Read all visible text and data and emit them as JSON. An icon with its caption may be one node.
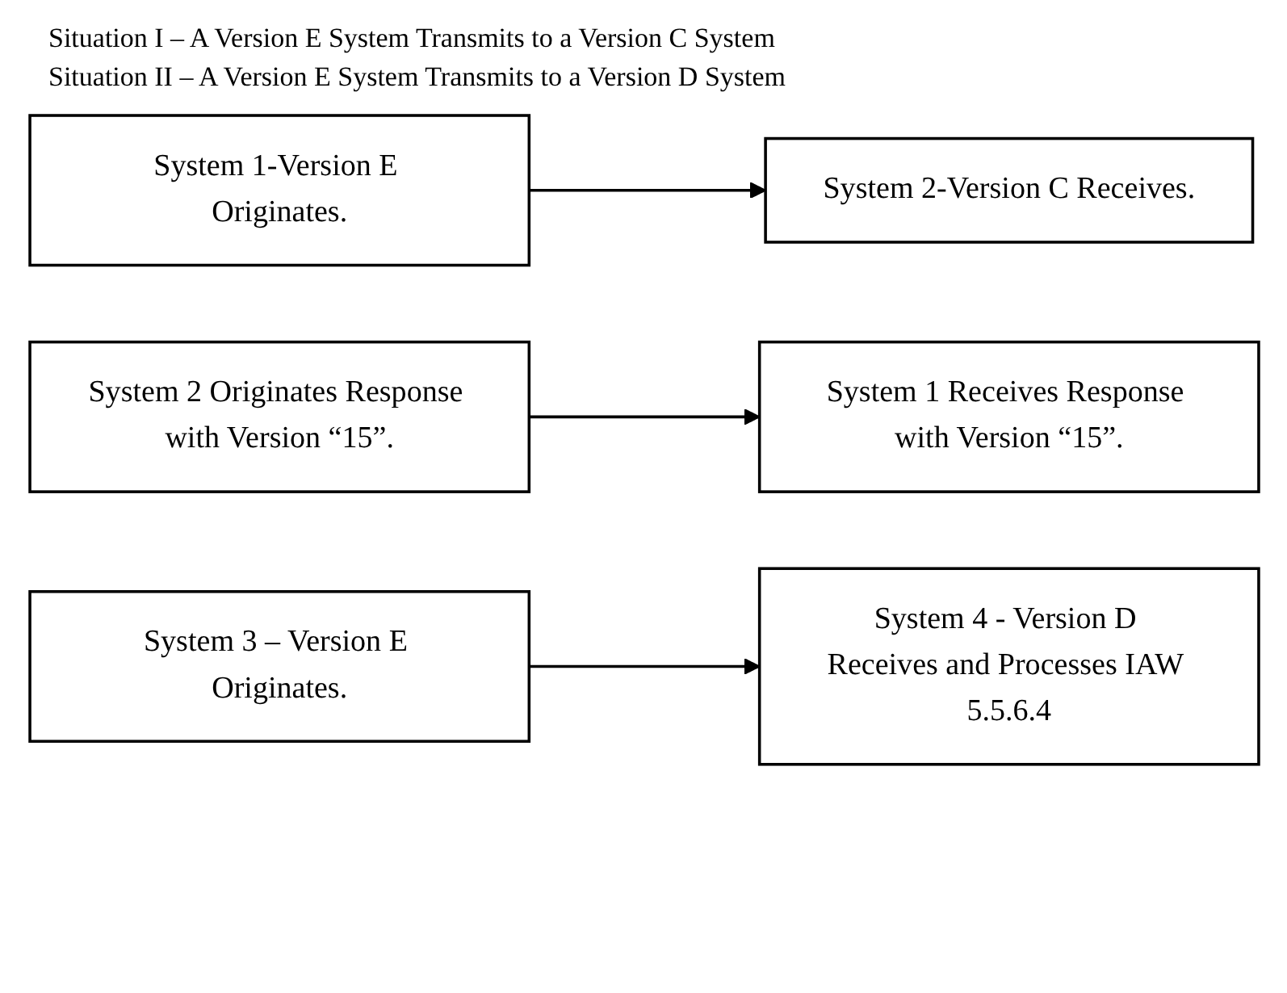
{
  "diagram": {
    "nodes": [
      {
        "text": [
          "System 1-Version E Originates."
        ]
      },
      {
        "text": [
          "System 2-Version C Receives."
        ]
      },
      {
        "text": [
          "System 1 Receives Response with Version “15”."
        ]
      },
      {
        "text": [
          "System 2 Originates Response with Version “15”."
        ]
      },
      {
        "text": [
          "System 3 – Version E Originates."
        ]
      },
      {
        "text": [
          "System 4 - Version D Receives and Processes IAW 5.5.6.4"
        ]
      }
    ],
    "edges": [
      {
        "from": 0,
        "to": 1,
        "arrow": "to"
      },
      {
        "from": 3,
        "to": 2,
        "arrow": "to"
      },
      {
        "from": 4,
        "to": 5,
        "arrow": "to"
      }
    ],
    "labels": [
      "Situation I – A Version E System Transmits to a Version C System",
      "Situation II – A Version E System Transmits to a Version D System"
    ]
  }
}
